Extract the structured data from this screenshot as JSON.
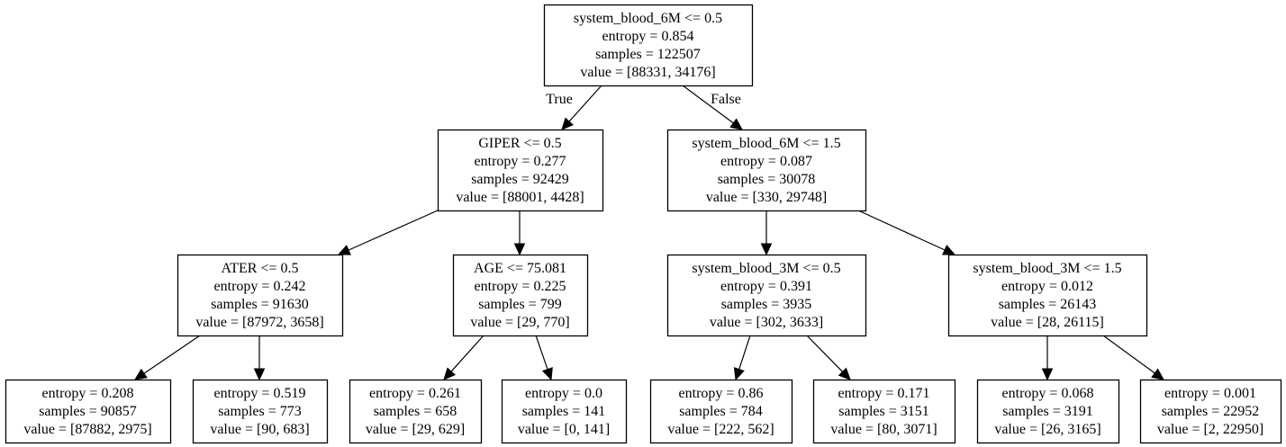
{
  "nodes": [
    {
      "id": "n0",
      "lines": [
        "system_blood_6M <= 0.5",
        "entropy = 0.854",
        "samples = 122507",
        "value = [88331, 34176]"
      ]
    },
    {
      "id": "n1",
      "lines": [
        "GIPER <= 0.5",
        "entropy = 0.277",
        "samples = 92429",
        "value = [88001, 4428]"
      ]
    },
    {
      "id": "n2",
      "lines": [
        "system_blood_6M <= 1.5",
        "entropy = 0.087",
        "samples = 30078",
        "value = [330, 29748]"
      ]
    },
    {
      "id": "n3",
      "lines": [
        "ATER <= 0.5",
        "entropy = 0.242",
        "samples = 91630",
        "value = [87972, 3658]"
      ]
    },
    {
      "id": "n4",
      "lines": [
        "AGE <= 75.081",
        "entropy = 0.225",
        "samples = 799",
        "value = [29, 770]"
      ]
    },
    {
      "id": "n5",
      "lines": [
        "system_blood_3M <= 0.5",
        "entropy = 0.391",
        "samples = 3935",
        "value = [302, 3633]"
      ]
    },
    {
      "id": "n6",
      "lines": [
        "system_blood_3M <= 1.5",
        "entropy = 0.012",
        "samples = 26143",
        "value = [28, 26115]"
      ]
    },
    {
      "id": "n7",
      "lines": [
        "entropy = 0.208",
        "samples = 90857",
        "value = [87882, 2975]"
      ]
    },
    {
      "id": "n8",
      "lines": [
        "entropy = 0.519",
        "samples = 773",
        "value = [90, 683]"
      ]
    },
    {
      "id": "n9",
      "lines": [
        "entropy = 0.261",
        "samples = 658",
        "value = [29, 629]"
      ]
    },
    {
      "id": "n10",
      "lines": [
        "entropy = 0.0",
        "samples = 141",
        "value = [0, 141]"
      ]
    },
    {
      "id": "n11",
      "lines": [
        "entropy = 0.86",
        "samples = 784",
        "value = [222, 562]"
      ]
    },
    {
      "id": "n12",
      "lines": [
        "entropy = 0.171",
        "samples = 3151",
        "value = [80, 3071]"
      ]
    },
    {
      "id": "n13",
      "lines": [
        "entropy = 0.068",
        "samples = 3191",
        "value = [26, 3165]"
      ]
    },
    {
      "id": "n14",
      "lines": [
        "entropy = 0.001",
        "samples = 22952",
        "value = [2, 22950]"
      ]
    }
  ],
  "edges": [
    {
      "from": "n0",
      "to": "n1",
      "label": "True"
    },
    {
      "from": "n0",
      "to": "n2",
      "label": "False"
    },
    {
      "from": "n1",
      "to": "n3",
      "label": ""
    },
    {
      "from": "n1",
      "to": "n4",
      "label": ""
    },
    {
      "from": "n2",
      "to": "n5",
      "label": ""
    },
    {
      "from": "n2",
      "to": "n6",
      "label": ""
    },
    {
      "from": "n3",
      "to": "n7",
      "label": ""
    },
    {
      "from": "n3",
      "to": "n8",
      "label": ""
    },
    {
      "from": "n4",
      "to": "n9",
      "label": ""
    },
    {
      "from": "n4",
      "to": "n10",
      "label": ""
    },
    {
      "from": "n5",
      "to": "n11",
      "label": ""
    },
    {
      "from": "n5",
      "to": "n12",
      "label": ""
    },
    {
      "from": "n6",
      "to": "n13",
      "label": ""
    },
    {
      "from": "n6",
      "to": "n14",
      "label": ""
    }
  ]
}
